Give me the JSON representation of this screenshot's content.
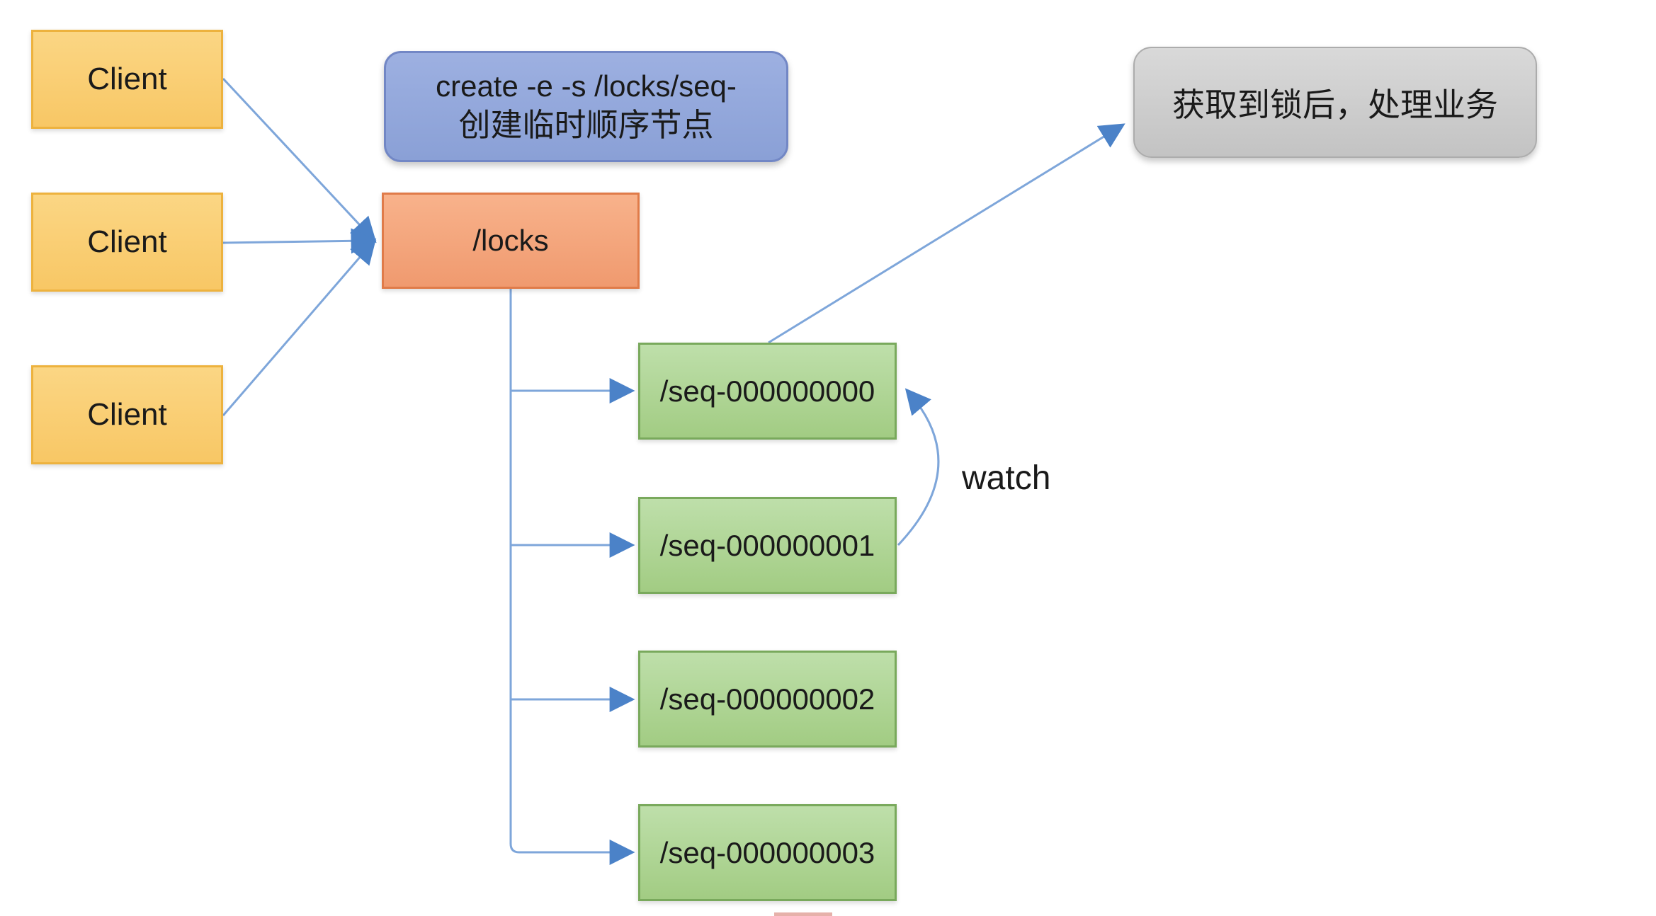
{
  "diagram": {
    "clients": [
      {
        "label": "Client"
      },
      {
        "label": "Client"
      },
      {
        "label": "Client"
      }
    ],
    "command_note": {
      "line1": "create -e -s /locks/seq-",
      "line2": "创建临时顺序节点"
    },
    "locks_node": {
      "label": "/locks"
    },
    "seq_nodes": [
      {
        "label": "/seq-000000000"
      },
      {
        "label": "/seq-000000001"
      },
      {
        "label": "/seq-000000002"
      },
      {
        "label": "/seq-000000003"
      }
    ],
    "result_note": {
      "label": "获取到锁后，处理业务"
    },
    "edges": [
      {
        "from": "client-1",
        "to": "locks",
        "label": ""
      },
      {
        "from": "client-2",
        "to": "locks",
        "label": ""
      },
      {
        "from": "client-3",
        "to": "locks",
        "label": ""
      },
      {
        "from": "locks",
        "to": "seq-000000000",
        "label": ""
      },
      {
        "from": "locks",
        "to": "seq-000000001",
        "label": ""
      },
      {
        "from": "locks",
        "to": "seq-000000002",
        "label": ""
      },
      {
        "from": "locks",
        "to": "seq-000000003",
        "label": ""
      },
      {
        "from": "seq-000000000",
        "to": "result-note",
        "label": ""
      },
      {
        "from": "seq-000000001",
        "to": "seq-000000000",
        "label": "watch"
      }
    ],
    "colors": {
      "background": "#FFFFFF",
      "text": "#1A1A1A",
      "client_fill_top": "#FBD684",
      "client_fill_bottom": "#F8C765",
      "client_border": "#EDB23E",
      "command_fill_top": "#9DB0E1",
      "command_fill_bottom": "#8AA0D6",
      "command_border": "#7287C5",
      "locks_fill_top": "#F8B28B",
      "locks_fill_bottom": "#F09A6F",
      "locks_border": "#E07B49",
      "seq_fill_top": "#BEDFAA",
      "seq_fill_bottom": "#A2CC83",
      "seq_border": "#79A95C",
      "result_fill_top": "#D9D9D9",
      "result_fill_bottom": "#C3C3C3",
      "result_border": "#ACACAC",
      "arrow_line": "#7EA6DA",
      "arrow_head": "#4B82C8"
    }
  }
}
